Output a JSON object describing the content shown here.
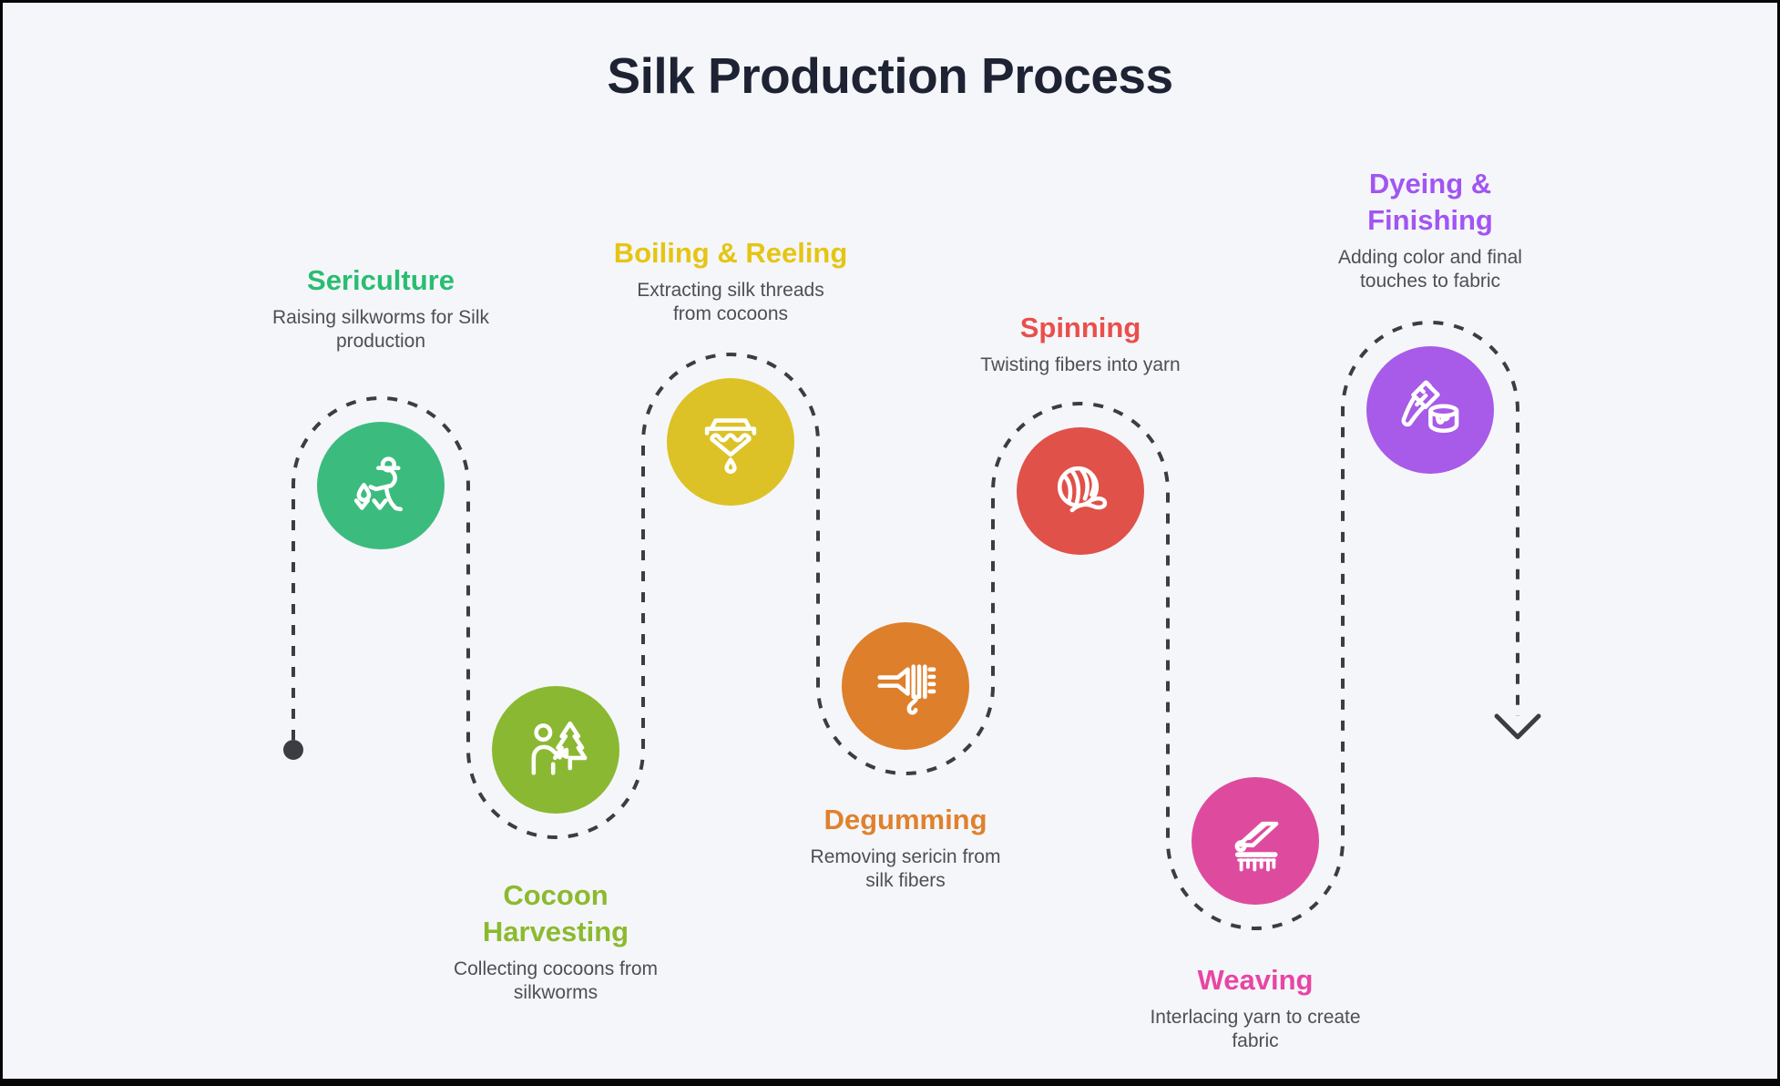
{
  "page": {
    "background_color": "#f5f6fa",
    "border_color": "#060606"
  },
  "title": "Silk Production Process",
  "title_color": "#1d2333",
  "description_color": "#4e4e56",
  "path_style": {
    "color": "#3c3d43"
  },
  "steps": [
    {
      "title": "Sericulture",
      "description": "Raising silkworms for Silk production",
      "title_color": "#29bd71",
      "circle_color": "#3bbc7e",
      "icon": "farmer-sowing-icon"
    },
    {
      "title": "Cocoon Harvesting",
      "description": "Collecting cocoons from silkworms",
      "title_color": "#8cba2f",
      "circle_color": "#8ab832",
      "icon": "person-tree-icon"
    },
    {
      "title": "Boiling & Reeling",
      "description": "Extracting silk threads from cocoons",
      "title_color": "#e5c513",
      "circle_color": "#dcc226",
      "icon": "boiling-funnel-icon"
    },
    {
      "title": "Degumming",
      "description": "Removing sericin from silk fibers",
      "title_color": "#e0812d",
      "circle_color": "#de7f2b",
      "icon": "fork-fibers-icon"
    },
    {
      "title": "Spinning",
      "description": "Twisting fibers into yarn",
      "title_color": "#ea4f4b",
      "circle_color": "#e05149",
      "icon": "yarn-ball-icon"
    },
    {
      "title": "Weaving",
      "description": "Interlacing yarn to create fabric",
      "title_color": "#e746a3",
      "circle_color": "#de4b9e",
      "icon": "loom-icon"
    },
    {
      "title": "Dyeing & Finishing",
      "description": "Adding color and final touches to fabric",
      "title_color": "#a155f2",
      "circle_color": "#a85ae8",
      "icon": "paint-brush-bucket-icon"
    }
  ]
}
